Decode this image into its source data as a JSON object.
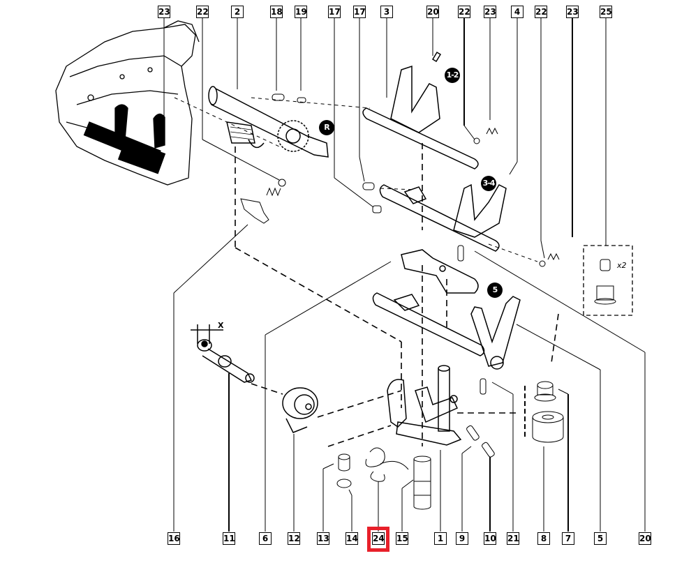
{
  "diagram": {
    "title": "Gearbox internal selector mechanism – exploded view",
    "highlight_color": "#e8202a",
    "highlighted_part": "24",
    "top_callouts": [
      {
        "id": "top-23a",
        "label": "23"
      },
      {
        "id": "top-22a",
        "label": "22"
      },
      {
        "id": "top-2",
        "label": "2"
      },
      {
        "id": "top-18",
        "label": "18"
      },
      {
        "id": "top-19",
        "label": "19"
      },
      {
        "id": "top-17a",
        "label": "17"
      },
      {
        "id": "top-17b",
        "label": "17"
      },
      {
        "id": "top-3",
        "label": "3"
      },
      {
        "id": "top-20",
        "label": "20"
      },
      {
        "id": "top-22b",
        "label": "22"
      },
      {
        "id": "top-23b",
        "label": "23"
      },
      {
        "id": "top-4",
        "label": "4"
      },
      {
        "id": "top-22c",
        "label": "22"
      },
      {
        "id": "top-23c",
        "label": "23"
      },
      {
        "id": "top-25",
        "label": "25"
      }
    ],
    "bottom_callouts": [
      {
        "id": "bot-16",
        "label": "16"
      },
      {
        "id": "bot-11",
        "label": "11"
      },
      {
        "id": "bot-6",
        "label": "6"
      },
      {
        "id": "bot-12",
        "label": "12"
      },
      {
        "id": "bot-13",
        "label": "13"
      },
      {
        "id": "bot-14",
        "label": "14"
      },
      {
        "id": "bot-24",
        "label": "24"
      },
      {
        "id": "bot-15",
        "label": "15"
      },
      {
        "id": "bot-1",
        "label": "1"
      },
      {
        "id": "bot-9",
        "label": "9"
      },
      {
        "id": "bot-10",
        "label": "10"
      },
      {
        "id": "bot-21",
        "label": "21"
      },
      {
        "id": "bot-8",
        "label": "8"
      },
      {
        "id": "bot-7",
        "label": "7"
      },
      {
        "id": "bot-5",
        "label": "5"
      },
      {
        "id": "bot-20",
        "label": "20"
      }
    ],
    "gear_badges": {
      "reverse": "R",
      "first_second": "1-2",
      "third_fourth": "3-4",
      "fifth": "5"
    },
    "kit_quantity": "x2",
    "dimension_label": "X"
  }
}
